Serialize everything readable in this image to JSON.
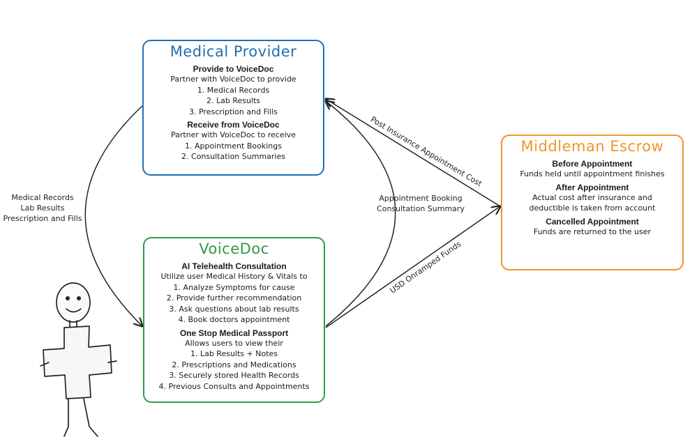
{
  "provider": {
    "title": "Medical Provider",
    "section1": {
      "heading": "Provide to VoiceDoc",
      "lines": [
        "Partner with VoiceDoc to provide",
        "1. Medical Records",
        "2. Lab Results",
        "3. Prescription and Fills"
      ]
    },
    "section2": {
      "heading": "Receive from VoiceDoc",
      "lines": [
        "Partner with VoiceDoc to receive",
        "1. Appointment Bookings",
        "2. Consultation Summaries"
      ]
    },
    "border_color": "#1f6fb0"
  },
  "voicedoc": {
    "title": "VoiceDoc",
    "section1": {
      "heading": "AI Telehealth Consultation",
      "lines": [
        "Utilize user Medical History & Vitals to",
        "1. Analyze Symptoms for cause",
        "2. Provide further recommendation",
        "3. Ask questions about lab results",
        "4. Book doctors appointment"
      ]
    },
    "section2": {
      "heading": "One Stop Medical Passport",
      "lines": [
        "Allows users to view their",
        "1. Lab Results + Notes",
        "2. Prescriptions and Medications",
        "3. Securely stored Health Records",
        "4. Previous Consults and Appointments"
      ]
    },
    "border_color": "#2e9a47"
  },
  "escrow": {
    "title": "Middleman Escrow",
    "section1": {
      "heading": "Before Appointment",
      "lines": [
        "Funds held until appointment finishes"
      ]
    },
    "section2": {
      "heading": "After Appointment",
      "lines": [
        "Actual cost after insurance and",
        "deductible is taken from account"
      ]
    },
    "section3": {
      "heading": "Cancelled Appointment",
      "lines": [
        "Funds are returned to the user"
      ]
    },
    "border_color": "#f0952a"
  },
  "edges": {
    "left_label": [
      "Medical Records",
      "Lab Results",
      "Prescription and Fills"
    ],
    "middle_label": [
      "Appointment Booking",
      "Consultation Summary"
    ],
    "post_insurance": "Post Insurance Appointment Cost",
    "usd_onramped": "USD Onramped Funds"
  },
  "figure": {
    "icon": "person-holding-medical-cross-icon"
  }
}
